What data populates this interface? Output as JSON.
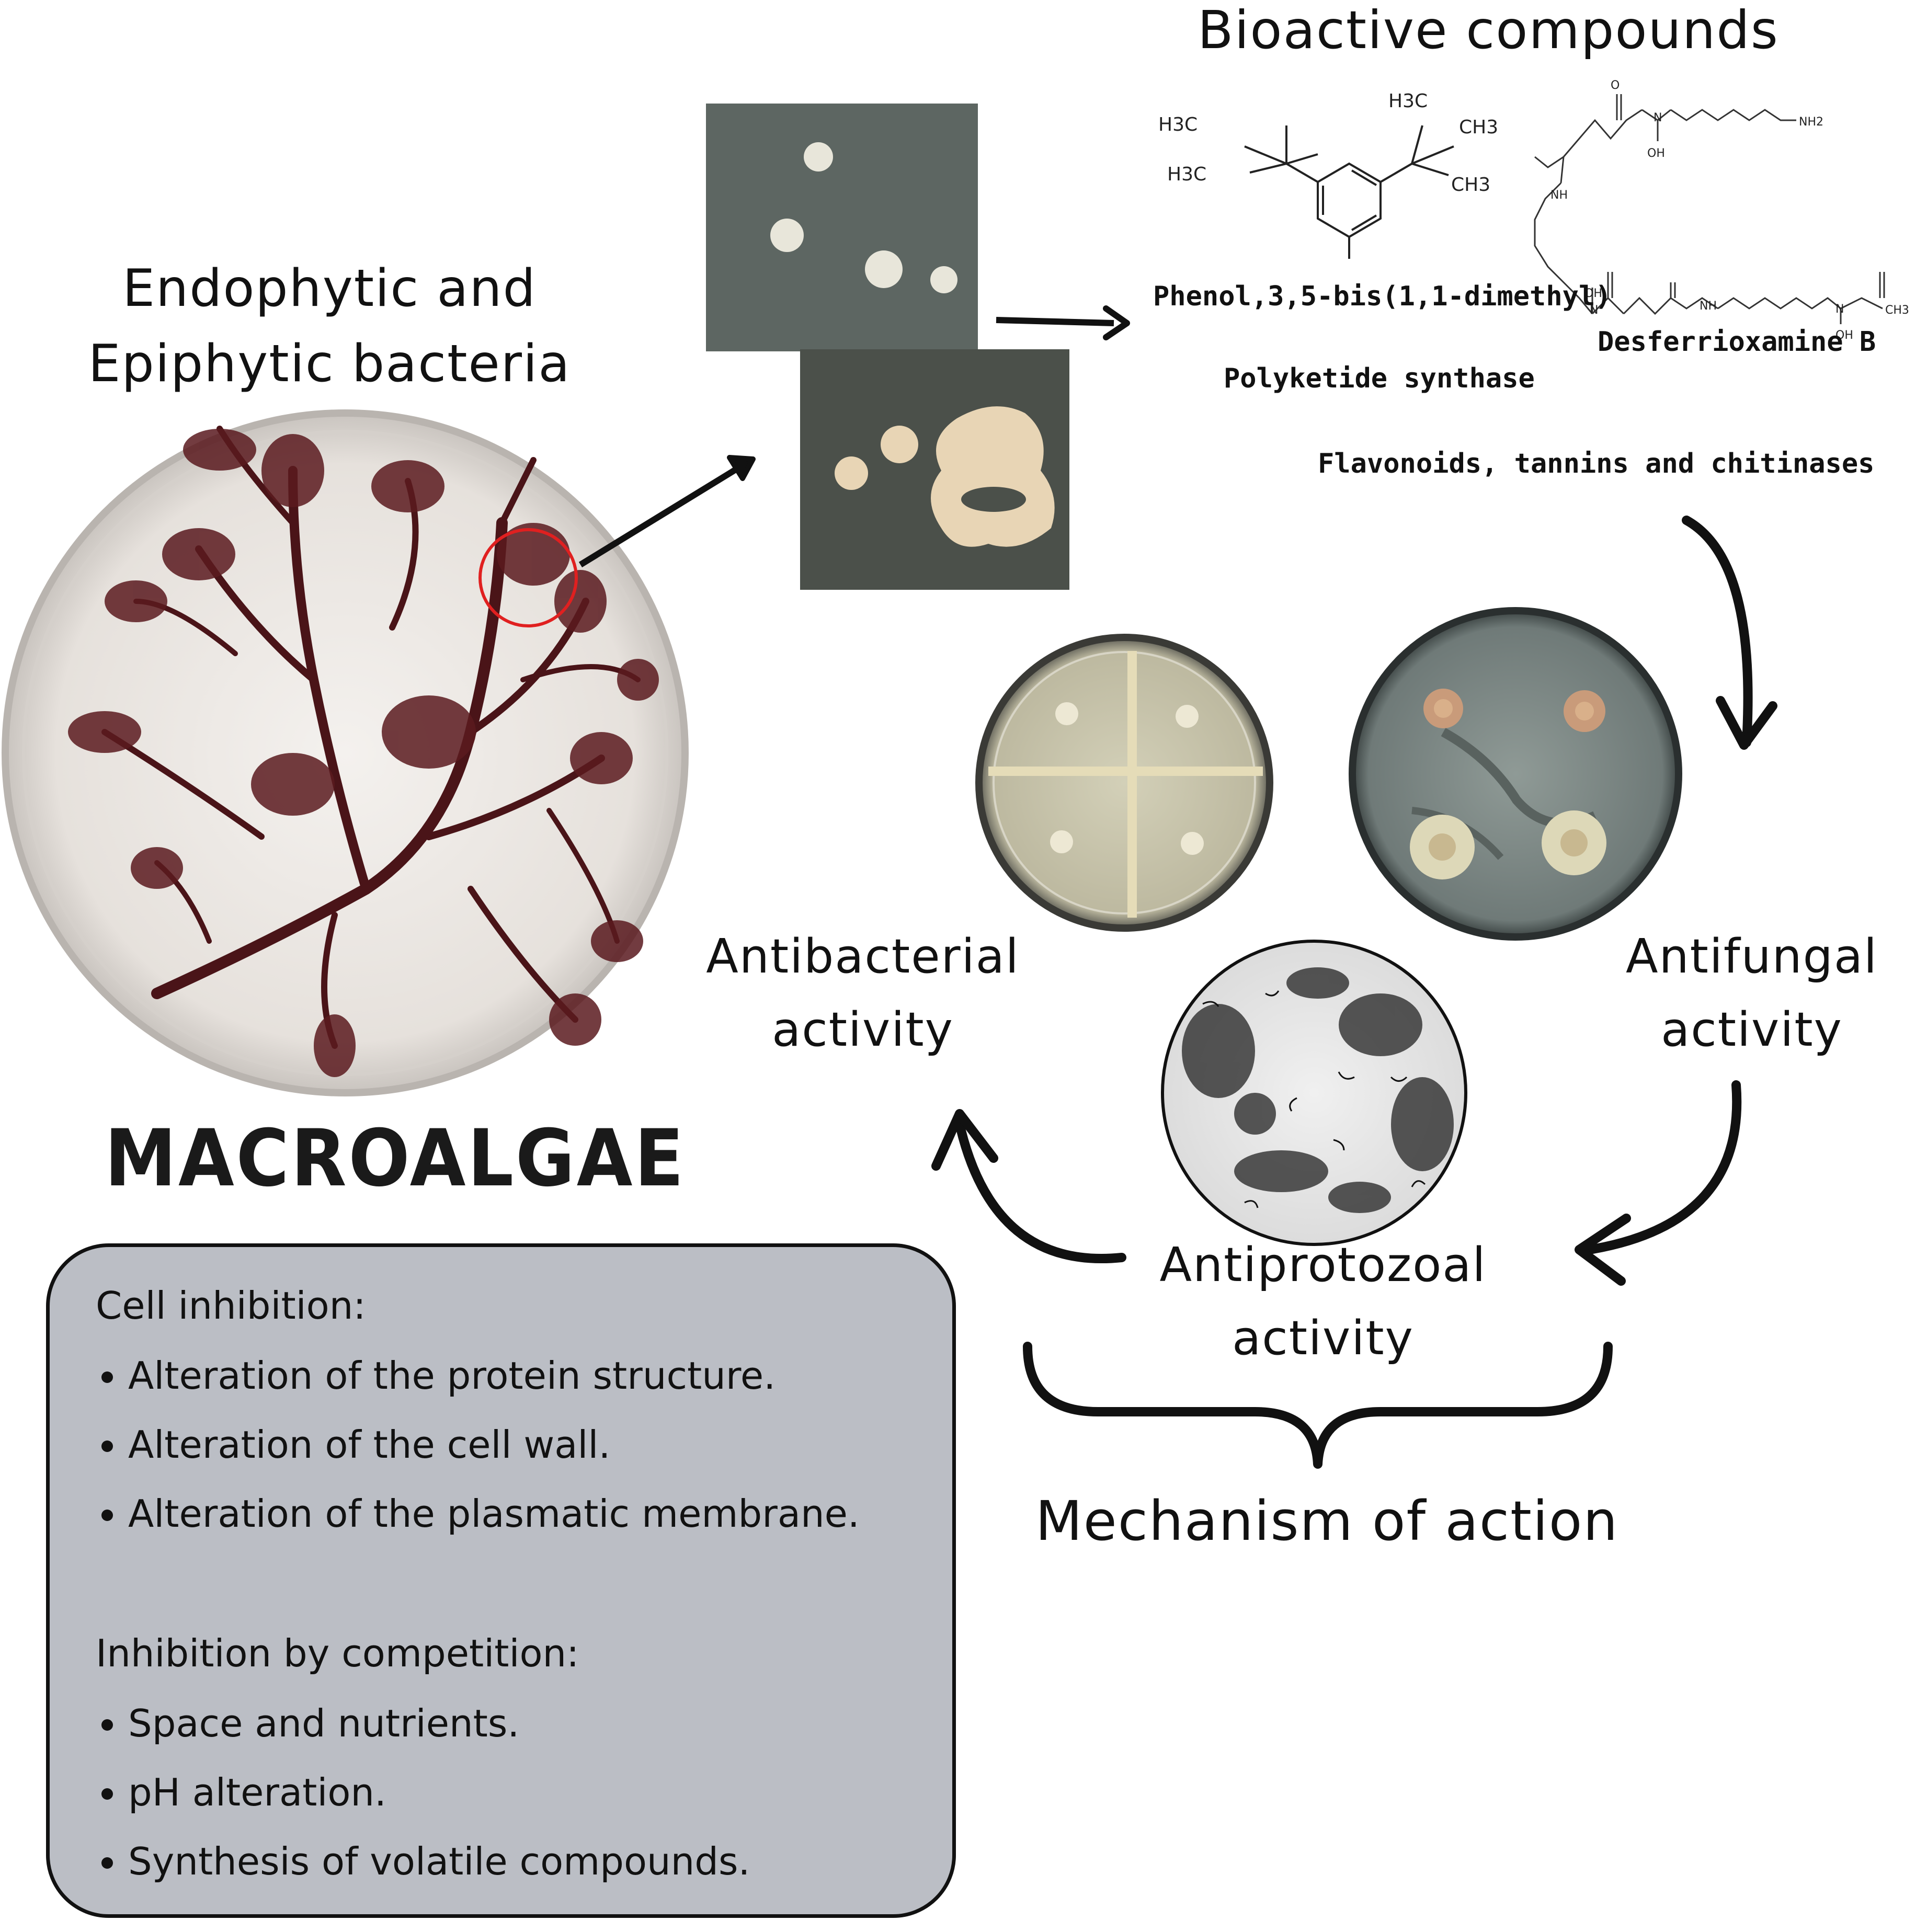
{
  "headings": {
    "bioactive_compounds": "Bioactive compounds",
    "endophytic_epiphytic": "Endophytic and Epiphytic bacteria",
    "macroalgae": "MACROALGAE",
    "mechanism": "Mechanism of action"
  },
  "compounds": {
    "phenol": "Phenol,3,5-bis(1,1-dimethyl)",
    "desferrioxamine": "Desferrioxamine B",
    "polyketide": "Polyketide synthase",
    "flavonoids": "Flavonoids, tannins and chitinases"
  },
  "structure_labels": {
    "h3c_1": "H3C",
    "h3c_2": "H3C",
    "h3c_3": "H3C",
    "ch3_1": "CH3",
    "ch3_2": "CH3",
    "nh2": "NH2",
    "oh_1": "OH",
    "oh_2": "OH",
    "oh_3": "OH",
    "nh_1": "NH",
    "nh_2": "NH",
    "ch3_3": "CH3",
    "n_1": "N",
    "n_2": "N",
    "n_3": "N",
    "o": "O"
  },
  "activities": {
    "antibacterial": "Antibacterial activity",
    "antifungal": "Antifungal activity",
    "antiprotozoal": "Antiprotozoal activity"
  },
  "mechanism_box": {
    "cell_inhibition_title": "Cell inhibition:",
    "cell_inhibition_items": [
      "Alteration of the protein structure.",
      "Alteration of the cell wall.",
      "Alteration of the plasmatic membrane."
    ],
    "competition_title": "Inhibition by competition:",
    "competition_items": [
      "Space and nutrients.",
      "pH alteration.",
      "Synthesis of volatile compounds."
    ]
  },
  "colors": {
    "box_fill": "#bbbec5",
    "algae": "#4a1418",
    "highlight_circle": "#e02020",
    "agar_dark": "#5e6661",
    "colony": "#e8dcc0"
  }
}
